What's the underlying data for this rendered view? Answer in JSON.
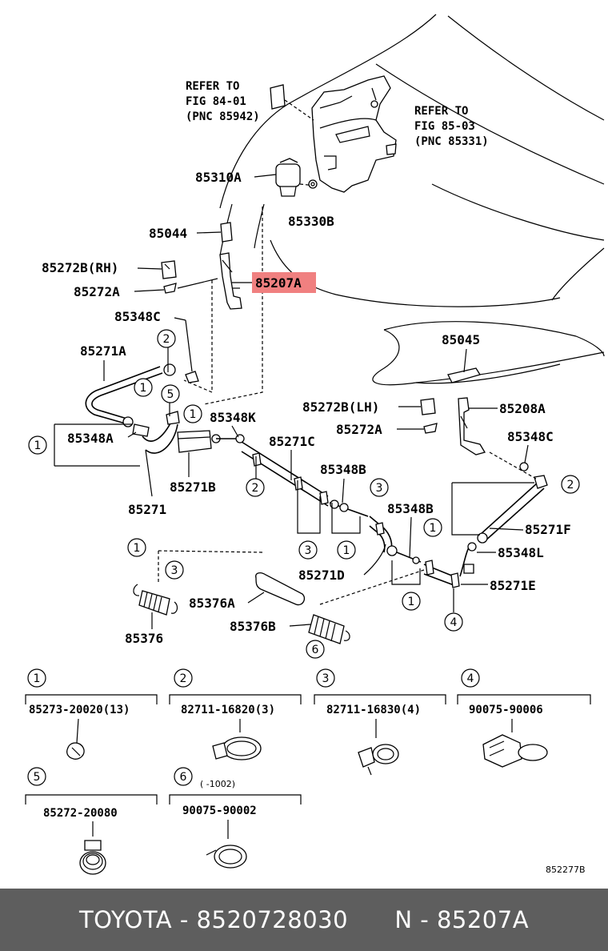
{
  "refs": {
    "ref1": [
      "REFER TO",
      "FIG 84-01",
      "(PNC 85942)"
    ],
    "ref2": [
      "REFER TO",
      "FIG 85-03",
      "(PNC 85331)"
    ]
  },
  "labels": {
    "p85310A": "85310A",
    "p85330B": "85330B",
    "p85044": "85044",
    "p85272B_RH": "85272B(RH)",
    "p85272A_1": "85272A",
    "p85207A": "85207A",
    "p85348C_1": "85348C",
    "p85271A": "85271A",
    "p85045": "85045",
    "p85272B_LH": "85272B(LH)",
    "p85208A": "85208A",
    "p85272A_2": "85272A",
    "p85348K": "85348K",
    "p85348A": "85348A",
    "p85271C": "85271C",
    "p85348C_2": "85348C",
    "p85271B": "85271B",
    "p85348B_1": "85348B",
    "p85271": "85271",
    "p85348B_2": "85348B",
    "p85271F": "85271F",
    "p85348L": "85348L",
    "p85271D": "85271D",
    "p85271E": "85271E",
    "p85376A": "85376A",
    "p85376": "85376",
    "p85376B": "85376B"
  },
  "callouts": {
    "c1": "1",
    "c2": "2",
    "c3": "3",
    "c4": "4",
    "c5": "5",
    "c6": "6"
  },
  "legend": {
    "l1_num": "1",
    "l1_part": "85273-20020(13)",
    "l2_num": "2",
    "l2_part": "82711-16820(3)",
    "l3_num": "3",
    "l3_part": "82711-16830(4)",
    "l4_num": "4",
    "l4_part": "90075-90006",
    "l5_num": "5",
    "l5_part": "85272-20080",
    "l6_num": "6",
    "l6_note": "(     -1002)",
    "l6_part": "90075-90002"
  },
  "figure_code": "852277B",
  "footer": {
    "text": "TOYOTA - 8520728030      N - 85207A"
  },
  "colors": {
    "highlight": "#f08080",
    "footer_bg": "#5e5e5e",
    "footer_text": "#ffffff"
  }
}
